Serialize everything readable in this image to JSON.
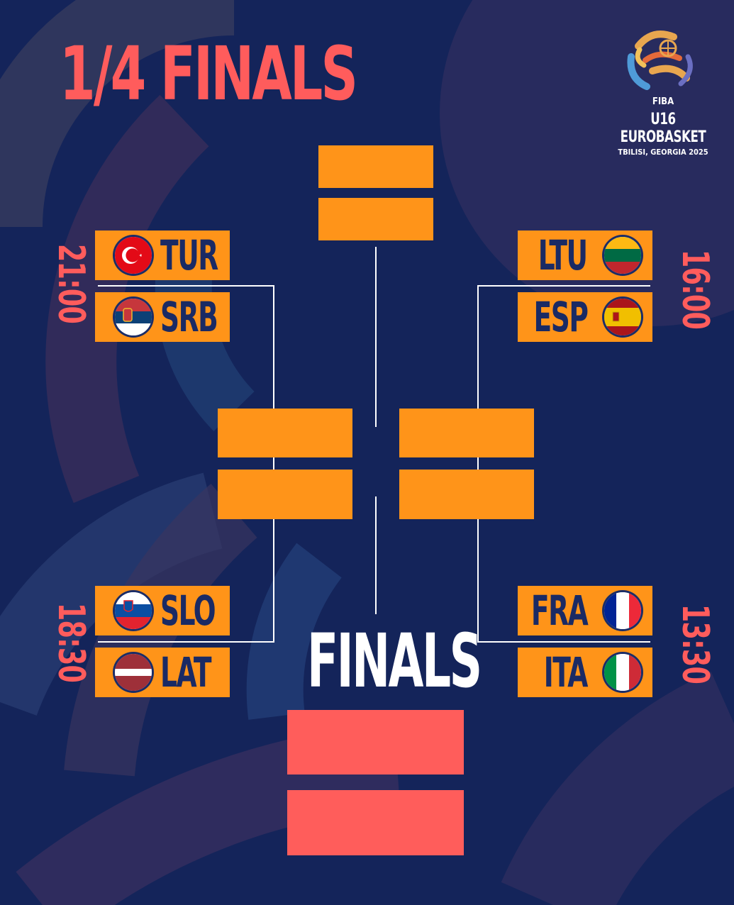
{
  "heading": "1/4 FINALS",
  "finals_label": "FINALS",
  "logo": {
    "fiba": "FIBA",
    "event": "U16 EUROBASKET",
    "location": "TBILISI, GEORGIA 2025"
  },
  "matches": [
    {
      "time": "21:00",
      "home": "TUR",
      "away": "SRB"
    },
    {
      "time": "18:30",
      "home": "SLO",
      "away": "LAT"
    },
    {
      "time": "16:00",
      "home": "LTU",
      "away": "ESP"
    },
    {
      "time": "13:30",
      "home": "FRA",
      "away": "ITA"
    }
  ],
  "colors": {
    "background": "#14245a",
    "slot": "#ff9419",
    "final_slot": "#ff5d5b",
    "accent": "#ff5c5c",
    "team_text": "#1a2a64"
  }
}
